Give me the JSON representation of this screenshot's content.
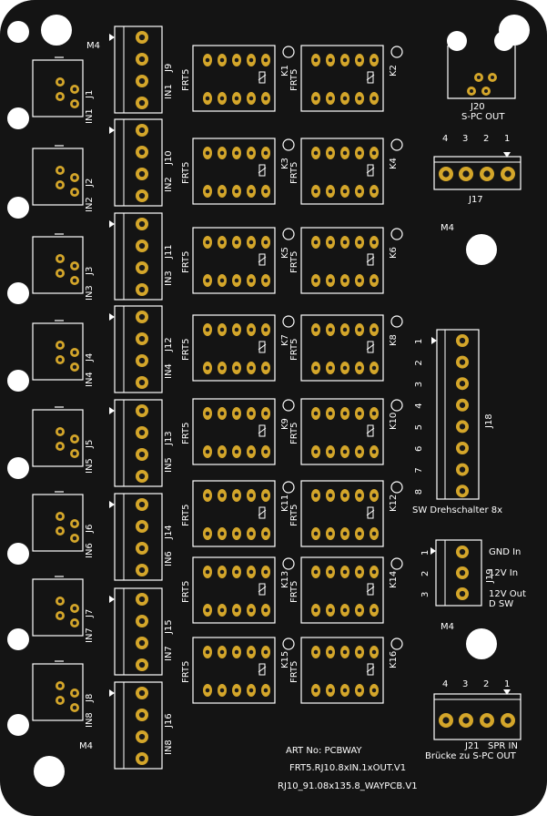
{
  "colors": {
    "board": "#141414",
    "silk": "#ffffff",
    "copper": "#d4a62a",
    "drill": "#1a1a1a",
    "hole": "#ffffff"
  },
  "rj": [
    {
      "ref": "J1",
      "net": "IN1"
    },
    {
      "ref": "J2",
      "net": "IN2"
    },
    {
      "ref": "J3",
      "net": "IN3"
    },
    {
      "ref": "J4",
      "net": "IN4"
    },
    {
      "ref": "J5",
      "net": "IN5"
    },
    {
      "ref": "J6",
      "net": "IN6"
    },
    {
      "ref": "J7",
      "net": "IN7"
    },
    {
      "ref": "J8",
      "net": "IN8"
    }
  ],
  "terminals": [
    {
      "ref": "J9",
      "net": "IN1"
    },
    {
      "ref": "J10",
      "net": "IN2"
    },
    {
      "ref": "J11",
      "net": "IN3"
    },
    {
      "ref": "J12",
      "net": "IN4"
    },
    {
      "ref": "J13",
      "net": "IN5"
    },
    {
      "ref": "J14",
      "net": "IN6"
    },
    {
      "ref": "J15",
      "net": "IN7"
    },
    {
      "ref": "J16",
      "net": "IN8"
    }
  ],
  "relay_label": "FRT5",
  "relays_left": [
    "K1",
    "K3",
    "K5",
    "K7",
    "K9",
    "K11",
    "K13",
    "K15"
  ],
  "relays_right": [
    "K2",
    "K4",
    "K6",
    "K8",
    "K10",
    "K12",
    "K14",
    "K16"
  ],
  "mounting_labels": {
    "top_left": "M4",
    "mid_right": "M4",
    "lower_right": "M4",
    "bottom_left": "M4"
  },
  "j20": {
    "ref": "J20",
    "label": "S-PC OUT"
  },
  "j17": {
    "ref": "J17",
    "pins": [
      "4",
      "3",
      "2",
      "1"
    ]
  },
  "j18": {
    "ref": "J18",
    "pins": [
      "1",
      "2",
      "3",
      "4",
      "5",
      "6",
      "7",
      "8"
    ],
    "caption": "SW Drehschalter 8x"
  },
  "j19": {
    "ref": "J19",
    "pins": [
      "1",
      "2",
      "3"
    ],
    "labels": [
      "GND In",
      "12V In",
      "12V Out",
      "D SW"
    ]
  },
  "j21": {
    "ref": "J21",
    "pins": [
      "4",
      "3",
      "2",
      "1"
    ],
    "label": "SPR IN",
    "caption": "Brücke zu S-PC OUT"
  },
  "footer": {
    "art": "ART No: PCBWAY",
    "line2": "FRT5.RJ10.8xIN.1xOUT.V1",
    "line3": "RJ10_91.08x135.8_WAYPCB.V1"
  }
}
